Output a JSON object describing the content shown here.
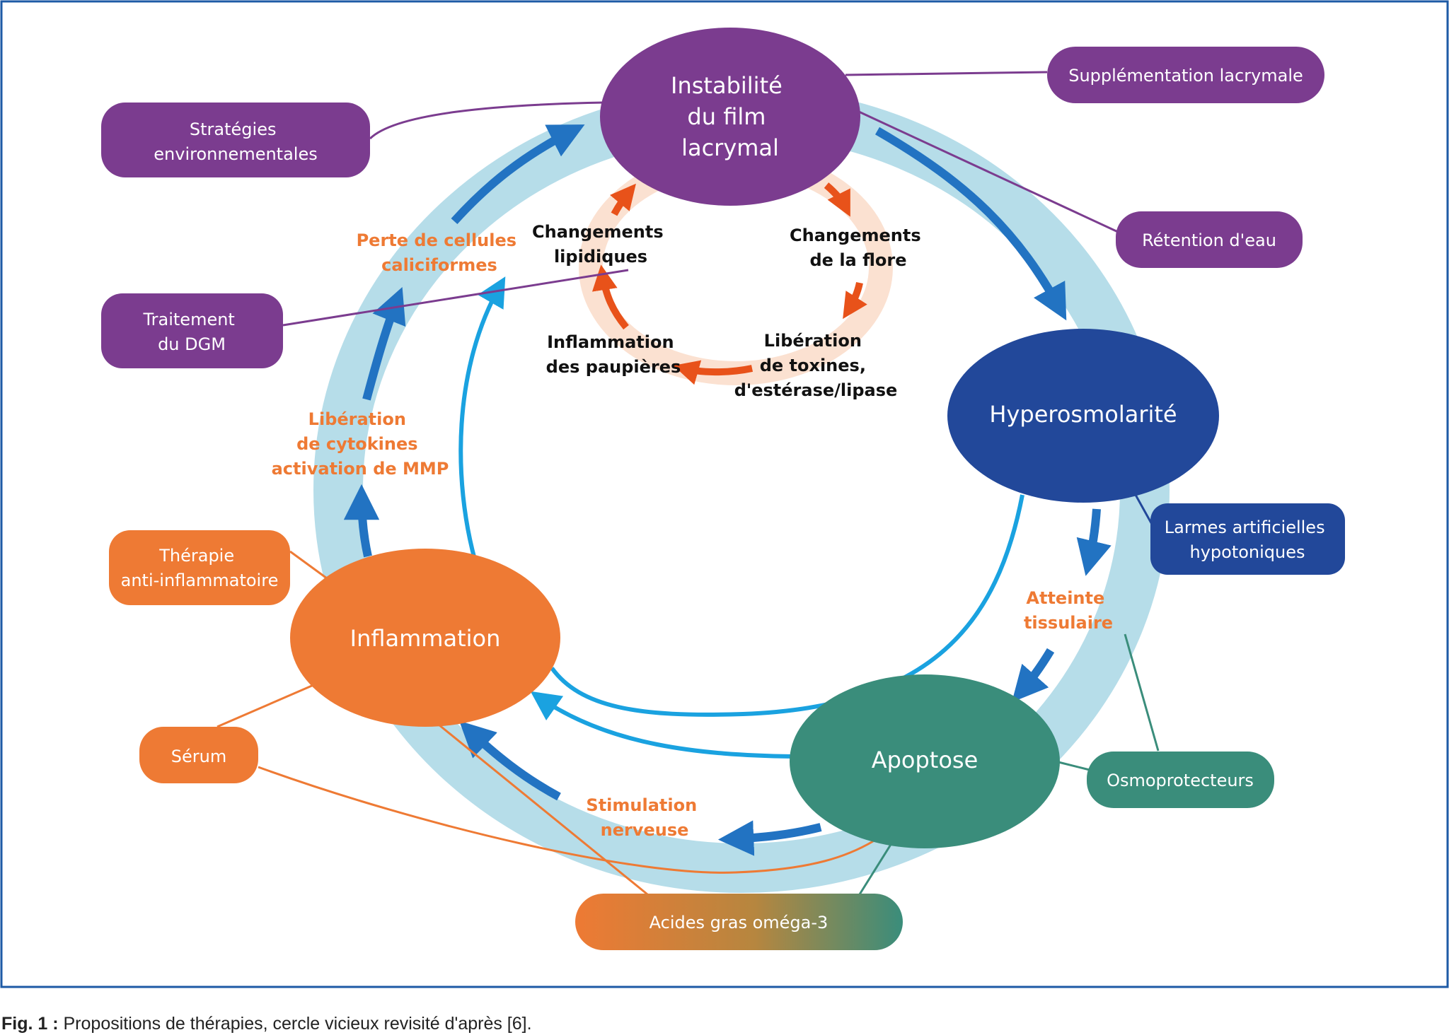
{
  "colors": {
    "purple": "#7b3c8f",
    "navy": "#22489a",
    "orange": "#ee7a34",
    "teal": "#3a8d7b",
    "ring": "#b6dde9",
    "inner_ring": "#fbe1d1",
    "arrow_blue": "#2273c2",
    "line_blue": "#1aa2e0",
    "arrow_orange": "#e8521a",
    "frame": "#1d5aa5"
  },
  "nodes": {
    "instabilite": [
      "Instabilité",
      "du film",
      "lacrymal"
    ],
    "hyperosmolarite": "Hyperosmolarité",
    "apoptose": "Apoptose",
    "inflammation": "Inflammation"
  },
  "steps": {
    "perte": [
      "Perte de cellules",
      "caliciformes"
    ],
    "liberation_cytokines": [
      "Libération",
      "de cytokines",
      "activation de MMP"
    ],
    "atteinte": [
      "Atteinte",
      "tissulaire"
    ],
    "stimulation": [
      "Stimulation",
      "nerveuse"
    ]
  },
  "inner_cycle": {
    "lipidiques": [
      "Changements",
      "lipidiques"
    ],
    "flore": [
      "Changements",
      "de la flore"
    ],
    "toxines": [
      "Libération",
      "de toxines,",
      "d'estérase/lipase"
    ],
    "paupieres": [
      "Inflammation",
      "des paupières"
    ]
  },
  "therapies": {
    "strategies": [
      "Stratégies",
      "environnementales"
    ],
    "supplementation": "Supplémentation lacrymale",
    "retention": "Rétention d'eau",
    "traitement_dgm": [
      "Traitement",
      "du DGM"
    ],
    "larmes": [
      "Larmes artificielles",
      "hypotoniques"
    ],
    "therapie_anti": [
      "Thérapie",
      "anti-inflammatoire"
    ],
    "serum": "Sérum",
    "osmoprotecteurs": "Osmoprotecteurs",
    "omega3": "Acides gras oméga-3"
  },
  "caption": {
    "label": "Fig. 1 :",
    "text": " Propositions de thérapies, cercle vicieux revisité d'après [6]."
  }
}
